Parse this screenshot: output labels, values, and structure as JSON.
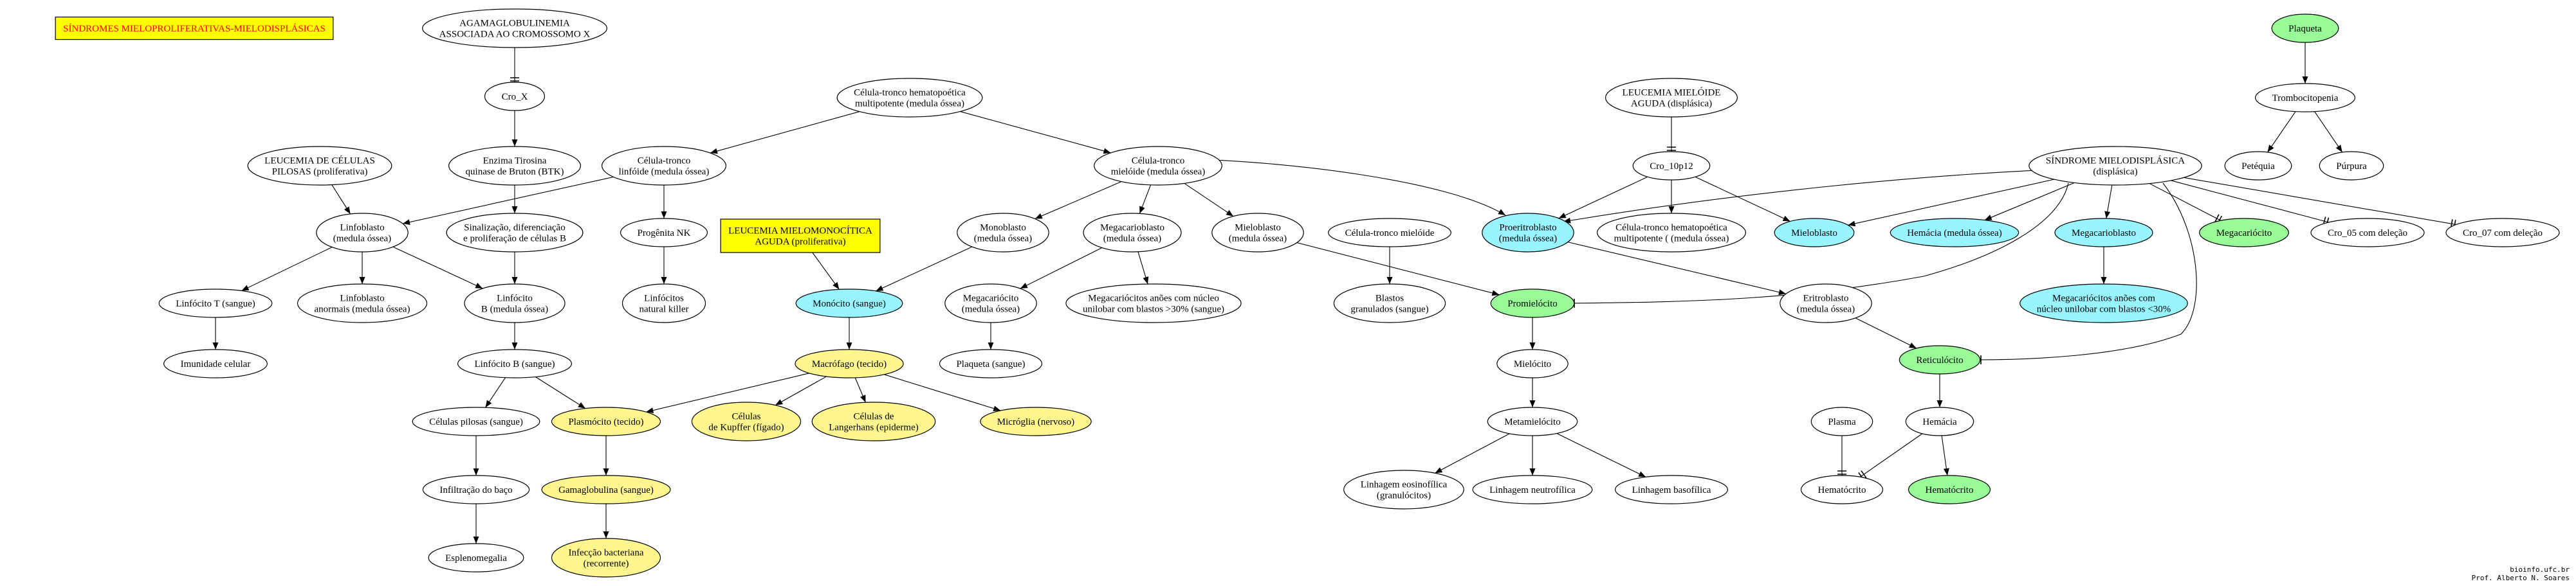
{
  "diagram": {
    "nodes": [
      {
        "id": "title",
        "lines": [
          "SÍNDROMES MIELOPROLIFERATIVAS-MIELODISPLÁSICAS"
        ],
        "shape": "box",
        "fill": "#ffff00",
        "text_color": "#ff0000"
      },
      {
        "id": "agama",
        "lines": [
          "AGAMAGLOBULINEMIA",
          "ASSOCIADA AO CROMOSSOMO X"
        ]
      },
      {
        "id": "cro_x",
        "lines": [
          "Cro_X"
        ]
      },
      {
        "id": "btk",
        "lines": [
          "Enzima Tirosina",
          "quinase de Bruton (BTK)"
        ]
      },
      {
        "id": "sinal",
        "lines": [
          "Sinalização, diferenciação",
          "e proliferação de células B"
        ]
      },
      {
        "id": "lcp",
        "lines": [
          "LEUCEMIA DE CÉLULAS",
          "PILOSAS (proliferativa)"
        ]
      },
      {
        "id": "linfoblasto",
        "lines": [
          "Linfoblasto",
          "(medula óssea)"
        ]
      },
      {
        "id": "linfo_t",
        "lines": [
          "Linfócito T (sangue)"
        ]
      },
      {
        "id": "imunidade",
        "lines": [
          "Imunidade celular"
        ]
      },
      {
        "id": "linfo_anorm",
        "lines": [
          "Linfoblasto",
          "anormais (medula óssea)"
        ]
      },
      {
        "id": "linfo_b_med",
        "lines": [
          "Linfócito",
          "B (medula óssea)"
        ]
      },
      {
        "id": "linfo_b_sang",
        "lines": [
          "Linfócito B (sangue)"
        ]
      },
      {
        "id": "pilosas",
        "lines": [
          "Células pilosas (sangue)"
        ]
      },
      {
        "id": "infiltr",
        "lines": [
          "Infiltração do baço"
        ]
      },
      {
        "id": "espleno",
        "lines": [
          "Esplenomegalia"
        ]
      },
      {
        "id": "plasmo",
        "lines": [
          "Plasmócito (tecido)"
        ],
        "fill": "#fff68f"
      },
      {
        "id": "gama",
        "lines": [
          "Gamaglobulina (sangue)"
        ],
        "fill": "#fff68f"
      },
      {
        "id": "infec",
        "lines": [
          "Infecção bacteriana",
          "(recorrente)"
        ],
        "fill": "#fff68f"
      },
      {
        "id": "ct_hem",
        "lines": [
          "Célula-tronco hematopoética",
          "multipotente (medula óssea)"
        ]
      },
      {
        "id": "ct_linf",
        "lines": [
          "Célula-tronco",
          "linfóide (medula óssea)"
        ]
      },
      {
        "id": "prog_nk",
        "lines": [
          "Progênita NK"
        ]
      },
      {
        "id": "linf_nk",
        "lines": [
          "Linfócitos",
          "natural killer"
        ]
      },
      {
        "id": "lma",
        "lines": [
          "LEUCEMIA MIELOMONOCÍTICA",
          "AGUDA (proliferativa)"
        ],
        "shape": "box",
        "fill": "#ffff00"
      },
      {
        "id": "monoblasto",
        "lines": [
          "Monoblasto",
          "(medula óssea)"
        ]
      },
      {
        "id": "monocito",
        "lines": [
          "Monócito (sangue)"
        ],
        "fill": "#98f5ff"
      },
      {
        "id": "macrofago",
        "lines": [
          "Macrófago (tecido)"
        ],
        "fill": "#fff68f"
      },
      {
        "id": "kupffer",
        "lines": [
          "Células",
          "de Kupffer (fígado)"
        ],
        "fill": "#fff68f"
      },
      {
        "id": "langerhans",
        "lines": [
          "Células de",
          "Langerhans (epiderme)"
        ],
        "fill": "#fff68f"
      },
      {
        "id": "microglia",
        "lines": [
          "Micróglia (nervoso)"
        ],
        "fill": "#fff68f"
      },
      {
        "id": "ct_miel",
        "lines": [
          "Célula-tronco",
          "mielóide (medula óssea)"
        ]
      },
      {
        "id": "megacarioblasto",
        "lines": [
          "Megacarioblasto",
          "(medula óssea)"
        ]
      },
      {
        "id": "megacariocito_med",
        "lines": [
          "Megacariócito",
          "(medula óssea)"
        ]
      },
      {
        "id": "plaq_sang",
        "lines": [
          "Plaqueta (sangue)"
        ]
      },
      {
        "id": "mega_anoes",
        "lines": [
          "Megacariócitos anões com núcleo",
          "unilobar com blastos >30% (sangue)"
        ]
      },
      {
        "id": "mieloblasto_med",
        "lines": [
          "Mieloblasto",
          "(medula óssea)"
        ]
      },
      {
        "id": "promielocito",
        "lines": [
          "Promielócito"
        ],
        "fill": "#98fb98"
      },
      {
        "id": "mielocito",
        "lines": [
          "Mielócito"
        ]
      },
      {
        "id": "metamielocito",
        "lines": [
          "Metamielócito"
        ]
      },
      {
        "id": "eosino",
        "lines": [
          "Linhagem eosinofílica",
          "(granulócitos)"
        ]
      },
      {
        "id": "neutro",
        "lines": [
          "Linhagem neutrofílica"
        ]
      },
      {
        "id": "baso",
        "lines": [
          "Linhagem basofílica"
        ]
      },
      {
        "id": "ct_mieloide",
        "lines": [
          "Célula-tronco mielóide"
        ]
      },
      {
        "id": "blastos",
        "lines": [
          "Blastos",
          "granulados (sangue)"
        ]
      },
      {
        "id": "proeritro",
        "lines": [
          "Proeritroblasto",
          "(medula óssea)"
        ],
        "fill": "#98f5ff"
      },
      {
        "id": "eritro",
        "lines": [
          "Eritroblasto",
          "(medula óssea)"
        ]
      },
      {
        "id": "reticulo",
        "lines": [
          "Reticulócito"
        ],
        "fill": "#98fb98"
      },
      {
        "id": "hemacia",
        "lines": [
          "Hemácia"
        ]
      },
      {
        "id": "plasma",
        "lines": [
          "Plasma"
        ]
      },
      {
        "id": "hematocrito",
        "lines": [
          "Hematócrito"
        ]
      },
      {
        "id": "hematocrito2",
        "lines": [
          "Hematócrito"
        ],
        "fill": "#98fb98"
      },
      {
        "id": "lma_disp",
        "lines": [
          "LEUCEMIA MIELÓIDE",
          "AGUDA (displásica)"
        ]
      },
      {
        "id": "cro_10p12",
        "lines": [
          "Cro_10p12"
        ]
      },
      {
        "id": "ct_hem2",
        "lines": [
          "Célula-tronco hematopoética",
          "multipotente ( (medula óssea)"
        ]
      },
      {
        "id": "mieloblasto2",
        "lines": [
          "Mieloblasto"
        ],
        "fill": "#98f5ff"
      },
      {
        "id": "sind_mielo",
        "lines": [
          "SÍNDROME MIELODISPLÁSICA",
          "(displásica)"
        ]
      },
      {
        "id": "hemacia_med",
        "lines": [
          "Hemácia (medula óssea)"
        ],
        "fill": "#98f5ff"
      },
      {
        "id": "megacarioblasto2",
        "lines": [
          "Megacarioblasto"
        ],
        "fill": "#98f5ff"
      },
      {
        "id": "mega_anoes2",
        "lines": [
          "Megacariócitos anões com",
          "núcleo unilobar com blastos <30%"
        ],
        "fill": "#98f5ff"
      },
      {
        "id": "megacariocito2",
        "lines": [
          "Megacariócito"
        ],
        "fill": "#98fb98"
      },
      {
        "id": "cro_05",
        "lines": [
          "Cro_05 com deleção"
        ]
      },
      {
        "id": "cro_07",
        "lines": [
          "Cro_07 com deleção"
        ]
      },
      {
        "id": "plaqueta",
        "lines": [
          "Plaqueta"
        ],
        "fill": "#98fb98"
      },
      {
        "id": "tromb",
        "lines": [
          "Trombocitopenia"
        ]
      },
      {
        "id": "petequia",
        "lines": [
          "Petéquia"
        ]
      },
      {
        "id": "purpura",
        "lines": [
          "Púrpura"
        ]
      }
    ],
    "edges": [
      {
        "from": "agama",
        "to": "cro_x",
        "head": "tee"
      },
      {
        "from": "cro_x",
        "to": "btk"
      },
      {
        "from": "btk",
        "to": "sinal"
      },
      {
        "from": "sinal",
        "to": "linfo_b_med"
      },
      {
        "from": "lcp",
        "to": "linfoblasto"
      },
      {
        "from": "linfoblasto",
        "to": "linfo_t"
      },
      {
        "from": "linfoblasto",
        "to": "linfo_anorm"
      },
      {
        "from": "linfoblasto",
        "to": "linfo_b_med"
      },
      {
        "from": "linfo_t",
        "to": "imunidade"
      },
      {
        "from": "linfo_b_med",
        "to": "linfo_b_sang"
      },
      {
        "from": "linfo_b_sang",
        "to": "pilosas"
      },
      {
        "from": "linfo_b_sang",
        "to": "plasmo"
      },
      {
        "from": "pilosas",
        "to": "infiltr"
      },
      {
        "from": "infiltr",
        "to": "espleno"
      },
      {
        "from": "plasmo",
        "to": "gama"
      },
      {
        "from": "gama",
        "to": "infec"
      },
      {
        "from": "ct_hem",
        "to": "ct_linf"
      },
      {
        "from": "ct_hem",
        "to": "ct_miel"
      },
      {
        "from": "ct_linf",
        "to": "linfoblasto"
      },
      {
        "from": "ct_linf",
        "to": "prog_nk"
      },
      {
        "from": "prog_nk",
        "to": "linf_nk"
      },
      {
        "from": "lma",
        "to": "monocito"
      },
      {
        "from": "monoblasto",
        "to": "monocito"
      },
      {
        "from": "monocito",
        "to": "macrofago"
      },
      {
        "from": "macrofago",
        "to": "plasmo"
      },
      {
        "from": "macrofago",
        "to": "kupffer"
      },
      {
        "from": "macrofago",
        "to": "langerhans"
      },
      {
        "from": "macrofago",
        "to": "microglia"
      },
      {
        "from": "ct_miel",
        "to": "monoblasto"
      },
      {
        "from": "ct_miel",
        "to": "megacarioblasto"
      },
      {
        "from": "ct_miel",
        "to": "mieloblasto_med"
      },
      {
        "from": "ct_miel",
        "to": "proeritro"
      },
      {
        "from": "megacarioblasto",
        "to": "megacariocito_med"
      },
      {
        "from": "megacarioblasto",
        "to": "mega_anoes"
      },
      {
        "from": "megacariocito_med",
        "to": "plaq_sang"
      },
      {
        "from": "mieloblasto_med",
        "to": "promielocito"
      },
      {
        "from": "promielocito",
        "to": "mielocito"
      },
      {
        "from": "mielocito",
        "to": "metamielocito"
      },
      {
        "from": "metamielocito",
        "to": "eosino"
      },
      {
        "from": "metamielocito",
        "to": "neutro"
      },
      {
        "from": "metamielocito",
        "to": "baso"
      },
      {
        "from": "ct_mieloide",
        "to": "blastos"
      },
      {
        "from": "proeritro",
        "to": "eritro"
      },
      {
        "from": "eritro",
        "to": "reticulo"
      },
      {
        "from": "reticulo",
        "to": "hemacia"
      },
      {
        "from": "hemacia",
        "to": "hematocrito",
        "head": "tee"
      },
      {
        "from": "hemacia",
        "to": "hematocrito2"
      },
      {
        "from": "plasma",
        "to": "hematocrito",
        "head": "tee"
      },
      {
        "from": "lma_disp",
        "to": "cro_10p12",
        "head": "tee"
      },
      {
        "from": "cro_10p12",
        "to": "proeritro"
      },
      {
        "from": "cro_10p12",
        "to": "ct_hem2"
      },
      {
        "from": "cro_10p12",
        "to": "mieloblasto2"
      },
      {
        "from": "sind_mielo",
        "to": "proeritro"
      },
      {
        "from": "sind_mielo",
        "to": "mieloblasto2"
      },
      {
        "from": "sind_mielo",
        "to": "hemacia_med"
      },
      {
        "from": "sind_mielo",
        "to": "megacarioblasto2"
      },
      {
        "from": "sind_mielo",
        "to": "megacariocito2",
        "head": "tee"
      },
      {
        "from": "sind_mielo",
        "to": "cro_05",
        "head": "tee"
      },
      {
        "from": "sind_mielo",
        "to": "cro_07",
        "head": "tee"
      },
      {
        "from": "sind_mielo",
        "to": "promielocito",
        "head": "tee"
      },
      {
        "from": "sind_mielo",
        "to": "reticulo",
        "head": "tee"
      },
      {
        "from": "megacarioblasto2",
        "to": "mega_anoes2"
      },
      {
        "from": "plaqueta",
        "to": "tromb"
      },
      {
        "from": "tromb",
        "to": "petequia"
      },
      {
        "from": "tromb",
        "to": "purpura"
      }
    ]
  },
  "footer": {
    "line1": "bioinfo.ufc.br",
    "line2": "Prof. Alberto N. Soares"
  }
}
